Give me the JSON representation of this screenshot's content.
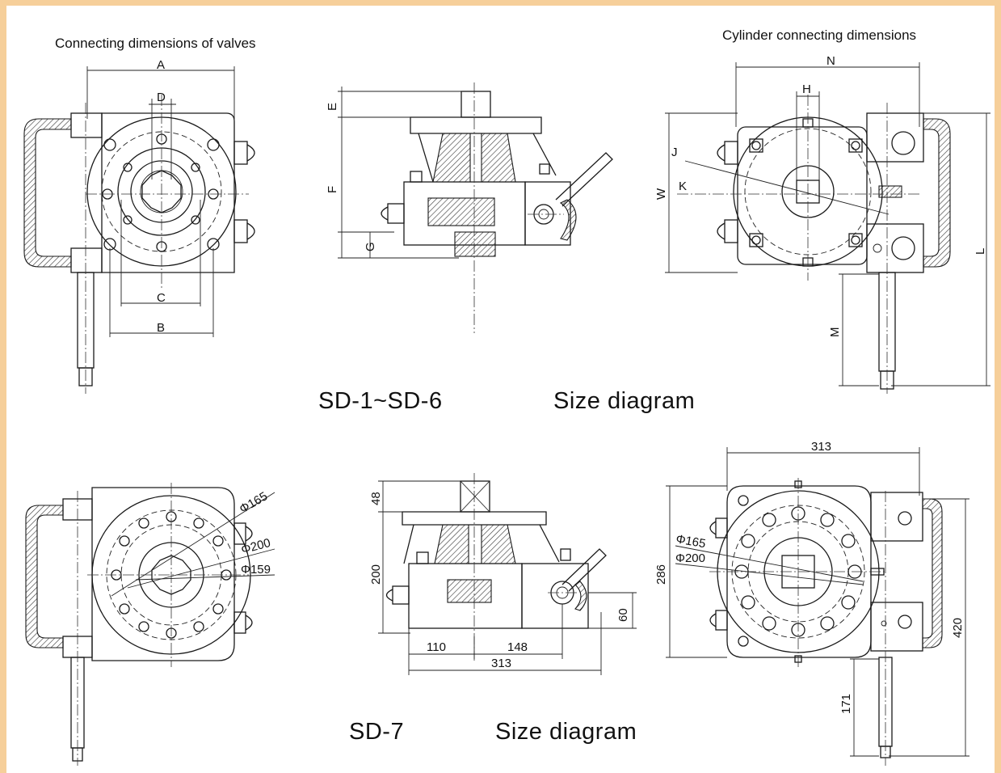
{
  "captions": {
    "valve_connect": "Connecting dimensions of valves",
    "cyl_connect": "Cylinder connecting dimensions",
    "top_model": "SD-1~SD-6",
    "top_title": "Size diagram",
    "bottom_model": "SD-7",
    "bottom_title": "Size diagram"
  },
  "dims_top": {
    "A": "A",
    "B": "B",
    "C": "C",
    "D": "D",
    "E": "E",
    "F": "F",
    "G": "G",
    "N": "N",
    "H": "H",
    "J": "J",
    "K": "K",
    "W": "W",
    "L": "L",
    "M": "M"
  },
  "dims_bottom": {
    "phi165": "Φ165",
    "phi200": "Φ200",
    "phi159": "Φ159",
    "d48": "48",
    "d200": "200",
    "d60": "60",
    "d110": "110",
    "d148": "148",
    "d313": "313",
    "r313": "313",
    "r286": "286",
    "r420": "420",
    "r171": "171",
    "r_phi165": "Φ165",
    "r_phi200": "Φ200"
  }
}
